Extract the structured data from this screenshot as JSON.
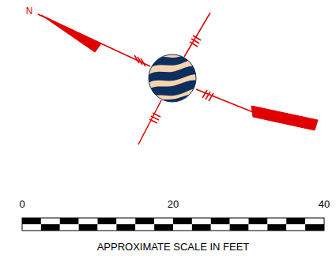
{
  "diagram": {
    "labels": [
      "N",
      "0",
      "20",
      "40",
      "APPROXIMATE SCALE IN FEET"
    ]
  }
}
